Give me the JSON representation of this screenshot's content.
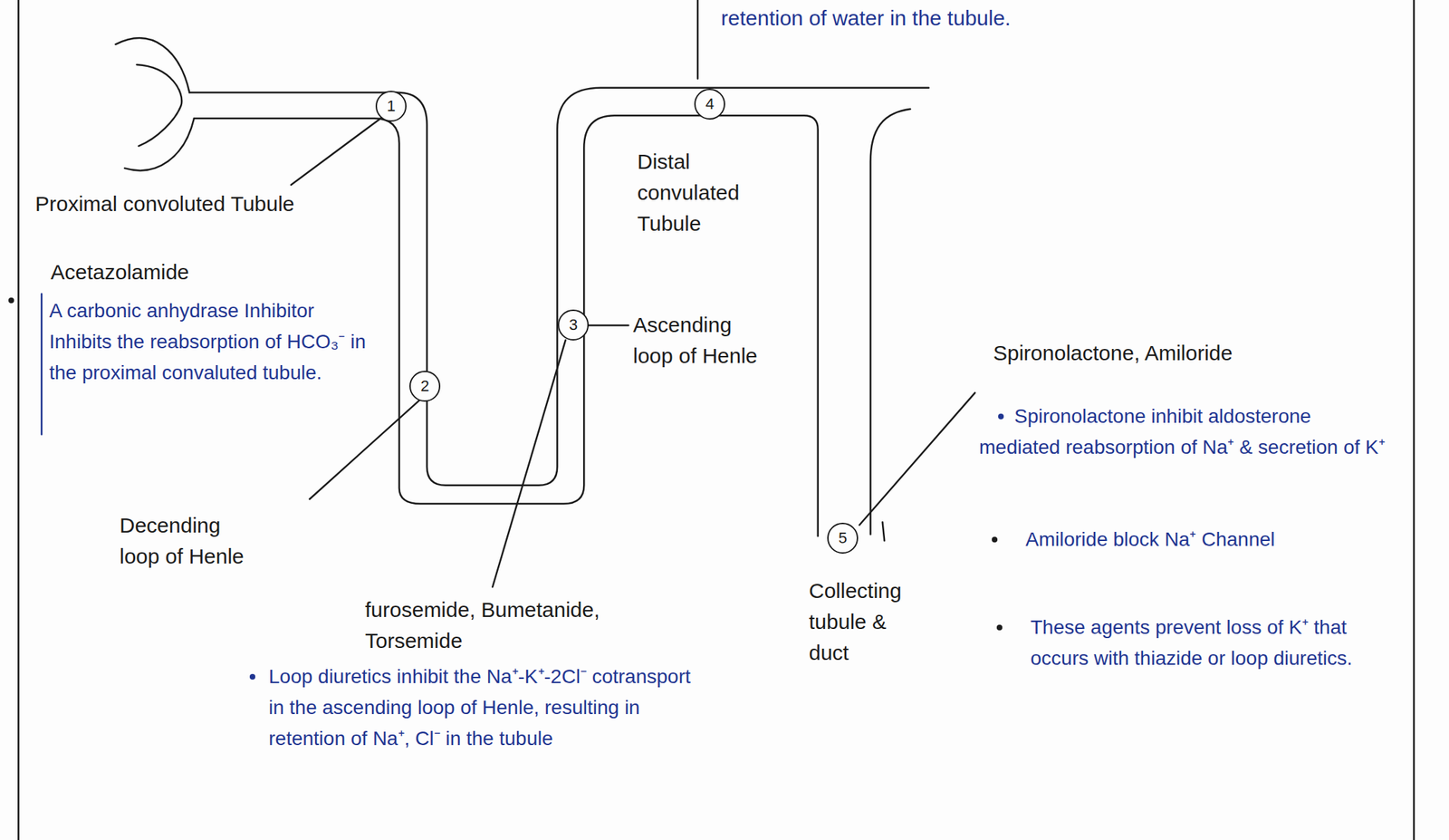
{
  "diagram": {
    "nodes": [
      {
        "text": [
          "1"
        ]
      },
      {
        "text": [
          "2"
        ]
      },
      {
        "text": [
          "3"
        ]
      },
      {
        "text": [
          "4"
        ]
      },
      {
        "text": [
          "5"
        ]
      }
    ],
    "labels": [
      "retention of water in the tubule.",
      "Proximal convoluted Tubule",
      "Acetazolamide",
      "A carbonic anhydrase Inhibitor Inhibits the reabsorption of HCO₃⁻ in the proximal convaluted tubule.",
      "Decending loop of Henle",
      "Distal convulated Tubule",
      "Ascending loop of Henle",
      "furosemide, Bumetanide, Torsemide",
      "Loop diuretics inhibit the Na⁺-K⁺-2Cl⁻ cotransport in the ascending loop of Henle, resulting in retention of Na⁺, Cl⁻ in the tubule",
      "Collecting tubule & duct",
      "Spironolactone, Amiloride",
      "Spironolactone inhibit aldosterone mediated reabsorption of Na⁺ & secretion of K⁺",
      "Amiloride block Na⁺ Channel",
      "These agents prevent loss of K⁺ that occurs with thiazide or loop diuretics."
    ]
  }
}
